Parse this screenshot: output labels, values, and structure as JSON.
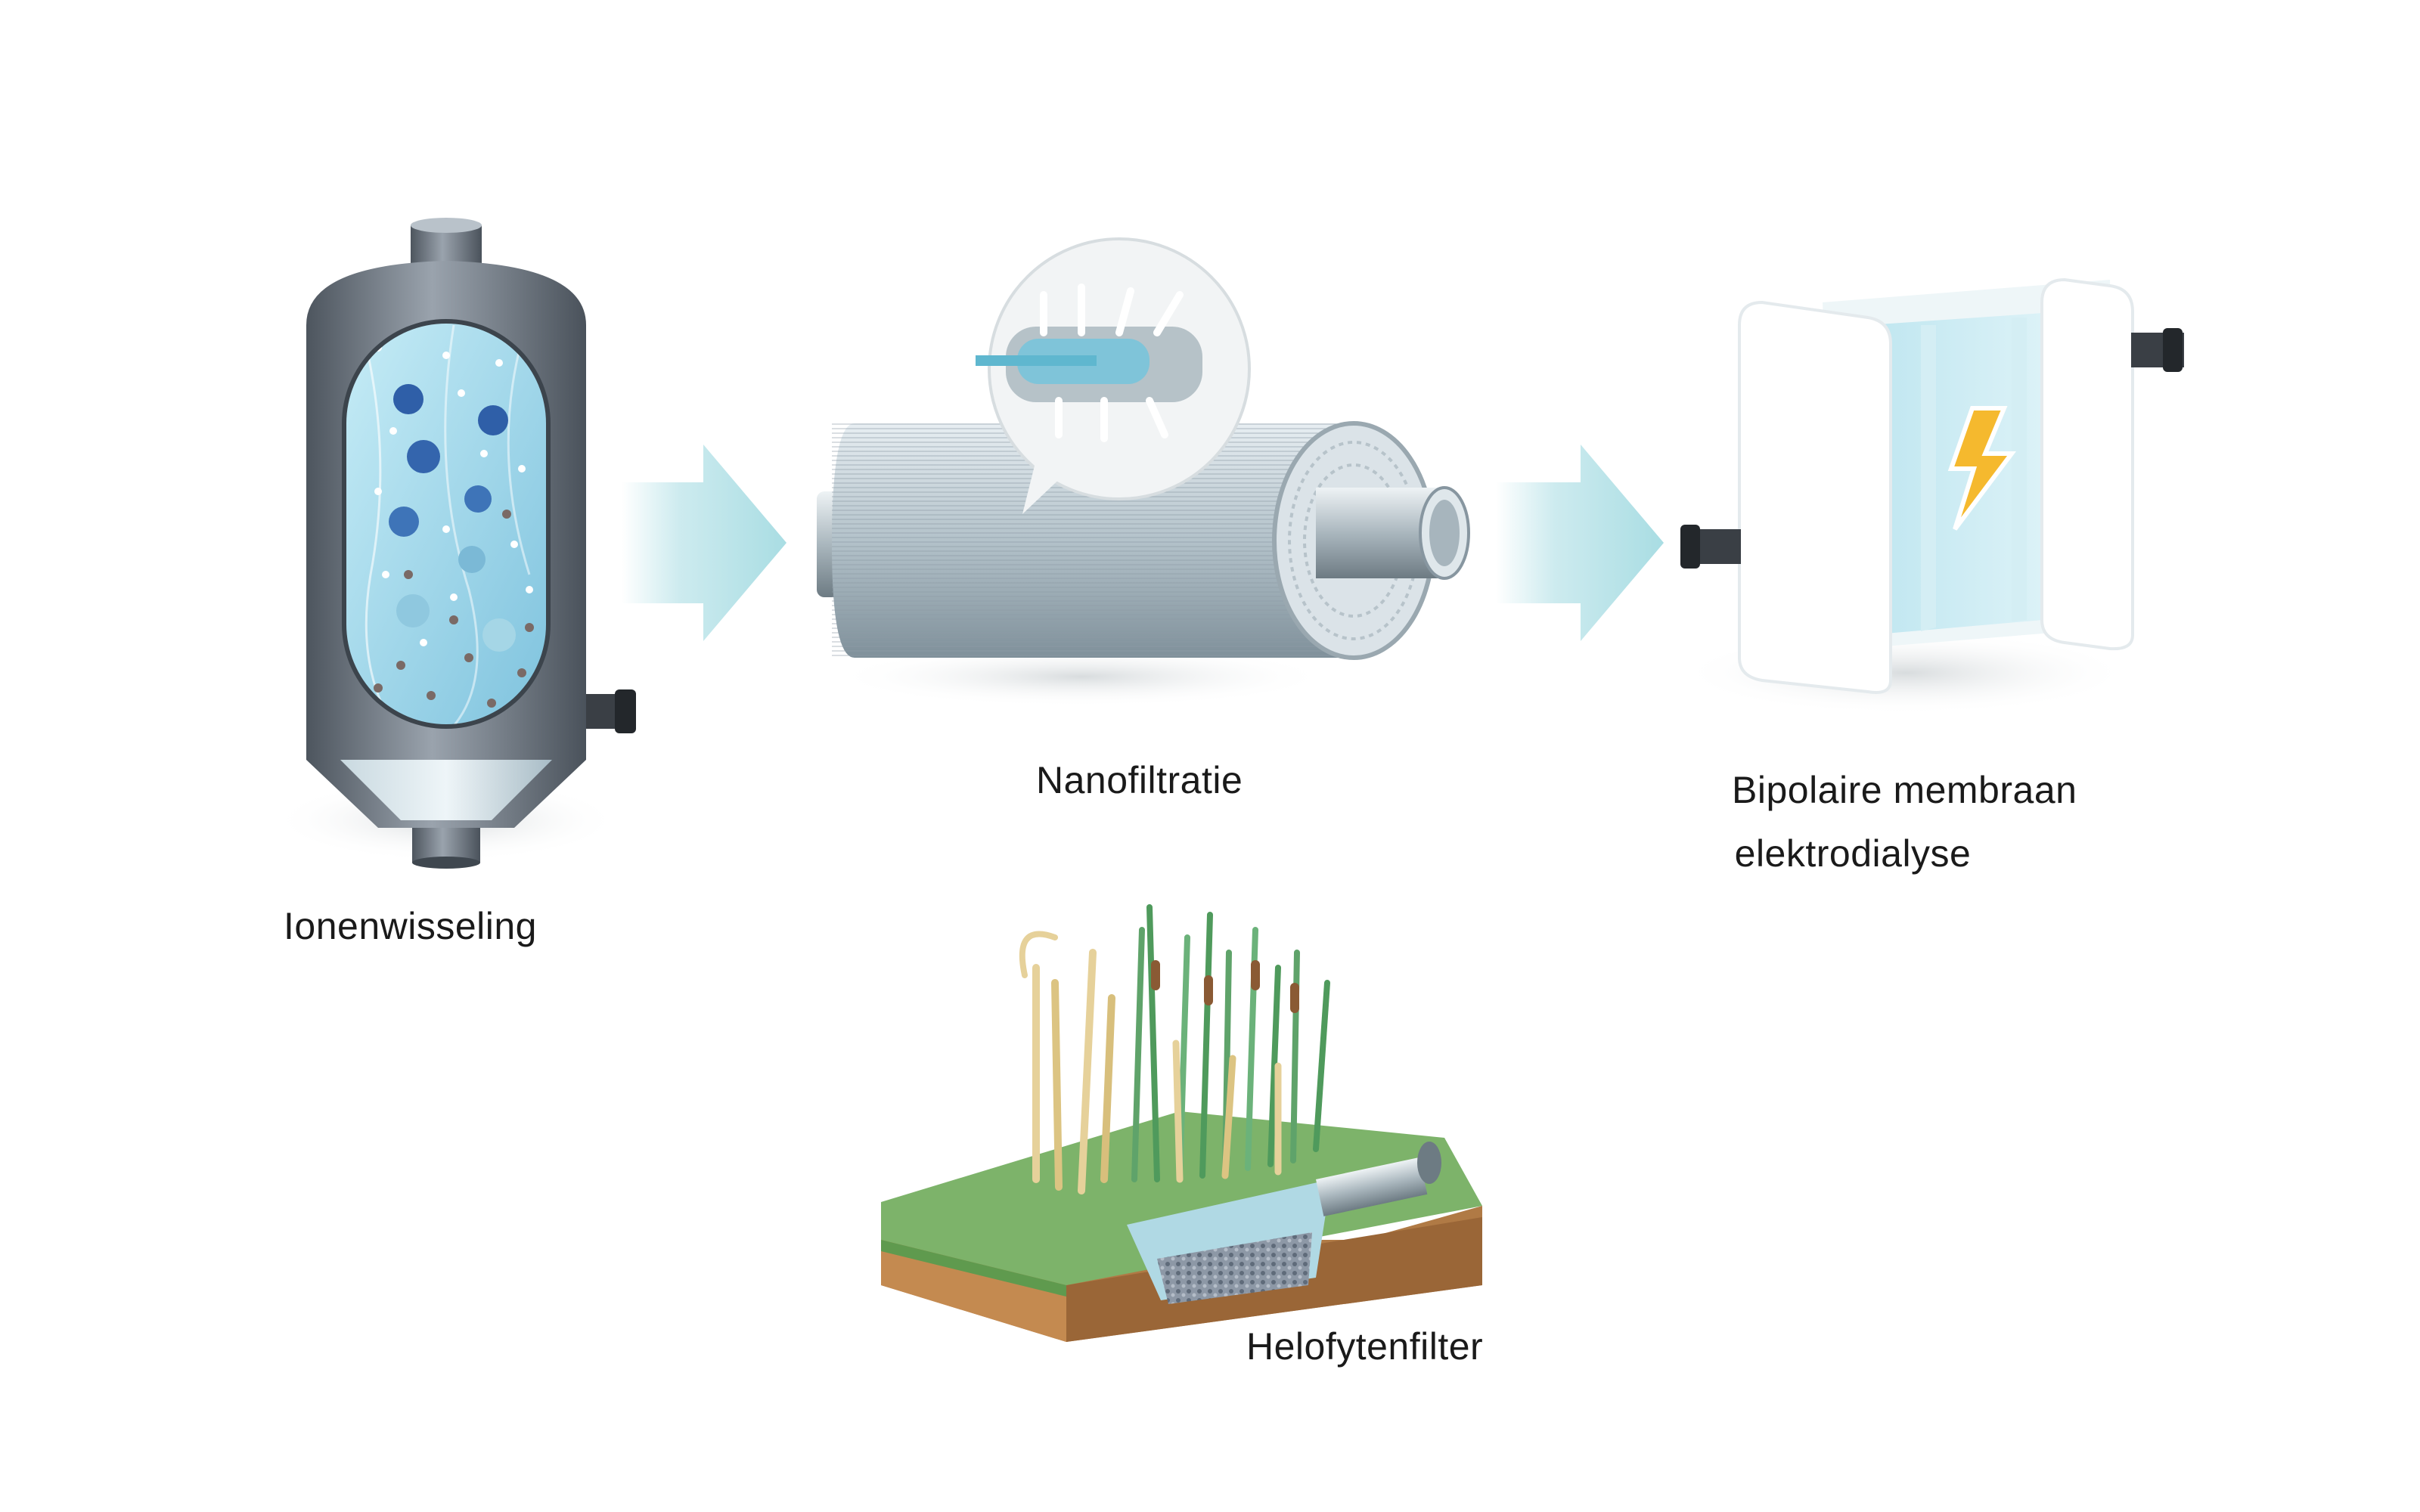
{
  "labels": {
    "ion_exchange": "Ionenwisseling",
    "nanofiltration": "Nanofiltratie",
    "bpm_line1": "Bipolaire membraan",
    "bpm_line2": "elektrodialyse",
    "helophyte": "Helofytenfilter"
  },
  "colors": {
    "arrow": "#a9dde3",
    "steel": "#6f7882",
    "water": "#9fd3e6",
    "grass": "#7db36a",
    "soil": "#b07a45",
    "bolt": "#f5b92e"
  },
  "icons": [
    "ion-exchange-vessel-icon",
    "flow-arrow-icon",
    "nanofiltration-module-icon",
    "magnifier-bubble-icon",
    "electrodialysis-stack-icon",
    "lightning-bolt-icon",
    "helophyte-filter-icon"
  ]
}
